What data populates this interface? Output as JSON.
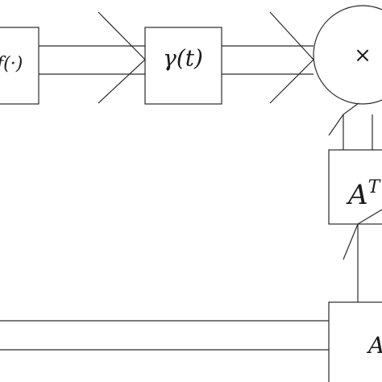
{
  "blocks": {
    "left_block": {
      "label": "f(·)"
    },
    "gamma_block": {
      "label": "γ(t)"
    },
    "multiplier": {
      "label": "×"
    },
    "at_block": {
      "label": "AT"
    },
    "a_block": {
      "label": "A"
    }
  },
  "colors": {
    "line": "#2a2a2a",
    "text": "#1a1a1a",
    "background": "#ffffff"
  }
}
